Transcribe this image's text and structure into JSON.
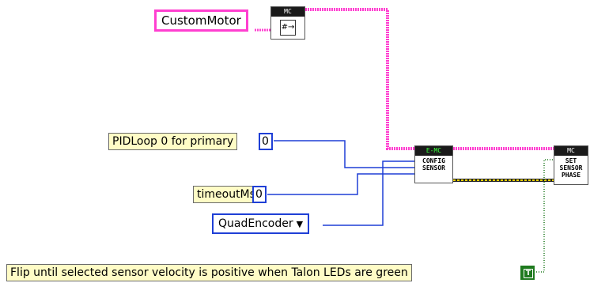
{
  "motor": {
    "label": "CustomMotor"
  },
  "mc_vi": {
    "header": "MC",
    "icon": "#→"
  },
  "config_vi": {
    "header": "E-MC",
    "line1": "CONFIG",
    "line2": "SENSOR"
  },
  "phase_vi": {
    "header": "MC",
    "line1": "SET",
    "line2": "SENSOR",
    "line3": "PHASE"
  },
  "pidloop": {
    "label": "PIDLoop 0 for primary",
    "value": "0"
  },
  "timeout": {
    "label": "timeoutMs",
    "value": "0"
  },
  "feedback": {
    "value": "QuadEncoder"
  },
  "flip": {
    "label": "Flip until selected sensor velocity is positive when Talon LEDs are green",
    "value": "T"
  },
  "colors": {
    "ref_wire": "#ff3fd0",
    "num_wire": "#1f3fd6",
    "error_wire": "#e8d000",
    "bool_wire": "#1e7a1e"
  }
}
